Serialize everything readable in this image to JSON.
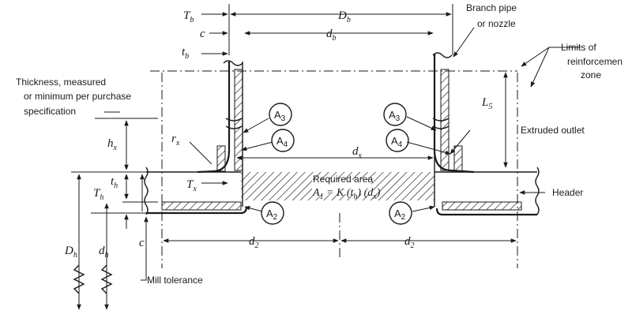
{
  "labels": {
    "branch_pipe_line1": "Branch pipe",
    "branch_pipe_line2": "or nozzle",
    "limits_line1": "Limits of",
    "limits_line2": "reinforcemen",
    "limits_line3": "zone",
    "thickness_line1": "Thickness, measured",
    "thickness_line2": "or minimum per purchase",
    "thickness_line3": "specification",
    "extruded_outlet": "Extruded outlet",
    "header": "Header",
    "required_area": "Required area",
    "mill_tolerance": "Mill tolerance"
  },
  "symbols": {
    "Tb": {
      "main": "T",
      "sub": "b"
    },
    "c_top": {
      "main": "c"
    },
    "db": {
      "main": "d",
      "sub": "b"
    },
    "Db": {
      "main": "D",
      "sub": "b"
    },
    "tb": {
      "main": "t",
      "sub": "b"
    },
    "L5": {
      "main": "L",
      "sub": "5"
    },
    "hx": {
      "main": "h",
      "sub": "x"
    },
    "rx": {
      "main": "r",
      "sub": "x"
    },
    "th": {
      "main": "t",
      "sub": "h"
    },
    "Tx": {
      "main": "T",
      "sub": "x"
    },
    "Th": {
      "main": "T",
      "sub": "h"
    },
    "dx": {
      "main": "d",
      "sub": "x"
    },
    "Dh": {
      "main": "D",
      "sub": "h"
    },
    "dh": {
      "main": "d",
      "sub": "h"
    },
    "c_bottom": {
      "main": "c"
    },
    "d2_left": {
      "main": "d",
      "sub": "2"
    },
    "d2_right": {
      "main": "d",
      "sub": "2"
    }
  },
  "formula": {
    "a1": "A",
    "a1_sub": "1",
    "eq": " = K (t",
    "th_sub": "h",
    "mid": ") (d",
    "dx_sub": "x",
    "end": ")"
  },
  "areas": {
    "A3_left": {
      "main": "A",
      "sub": "3"
    },
    "A4_left": {
      "main": "A",
      "sub": "4"
    },
    "A3_right": {
      "main": "A",
      "sub": "3"
    },
    "A4_right": {
      "main": "A",
      "sub": "4"
    },
    "A2_left": {
      "main": "A",
      "sub": "2"
    },
    "A2_right": {
      "main": "A",
      "sub": "2"
    }
  }
}
